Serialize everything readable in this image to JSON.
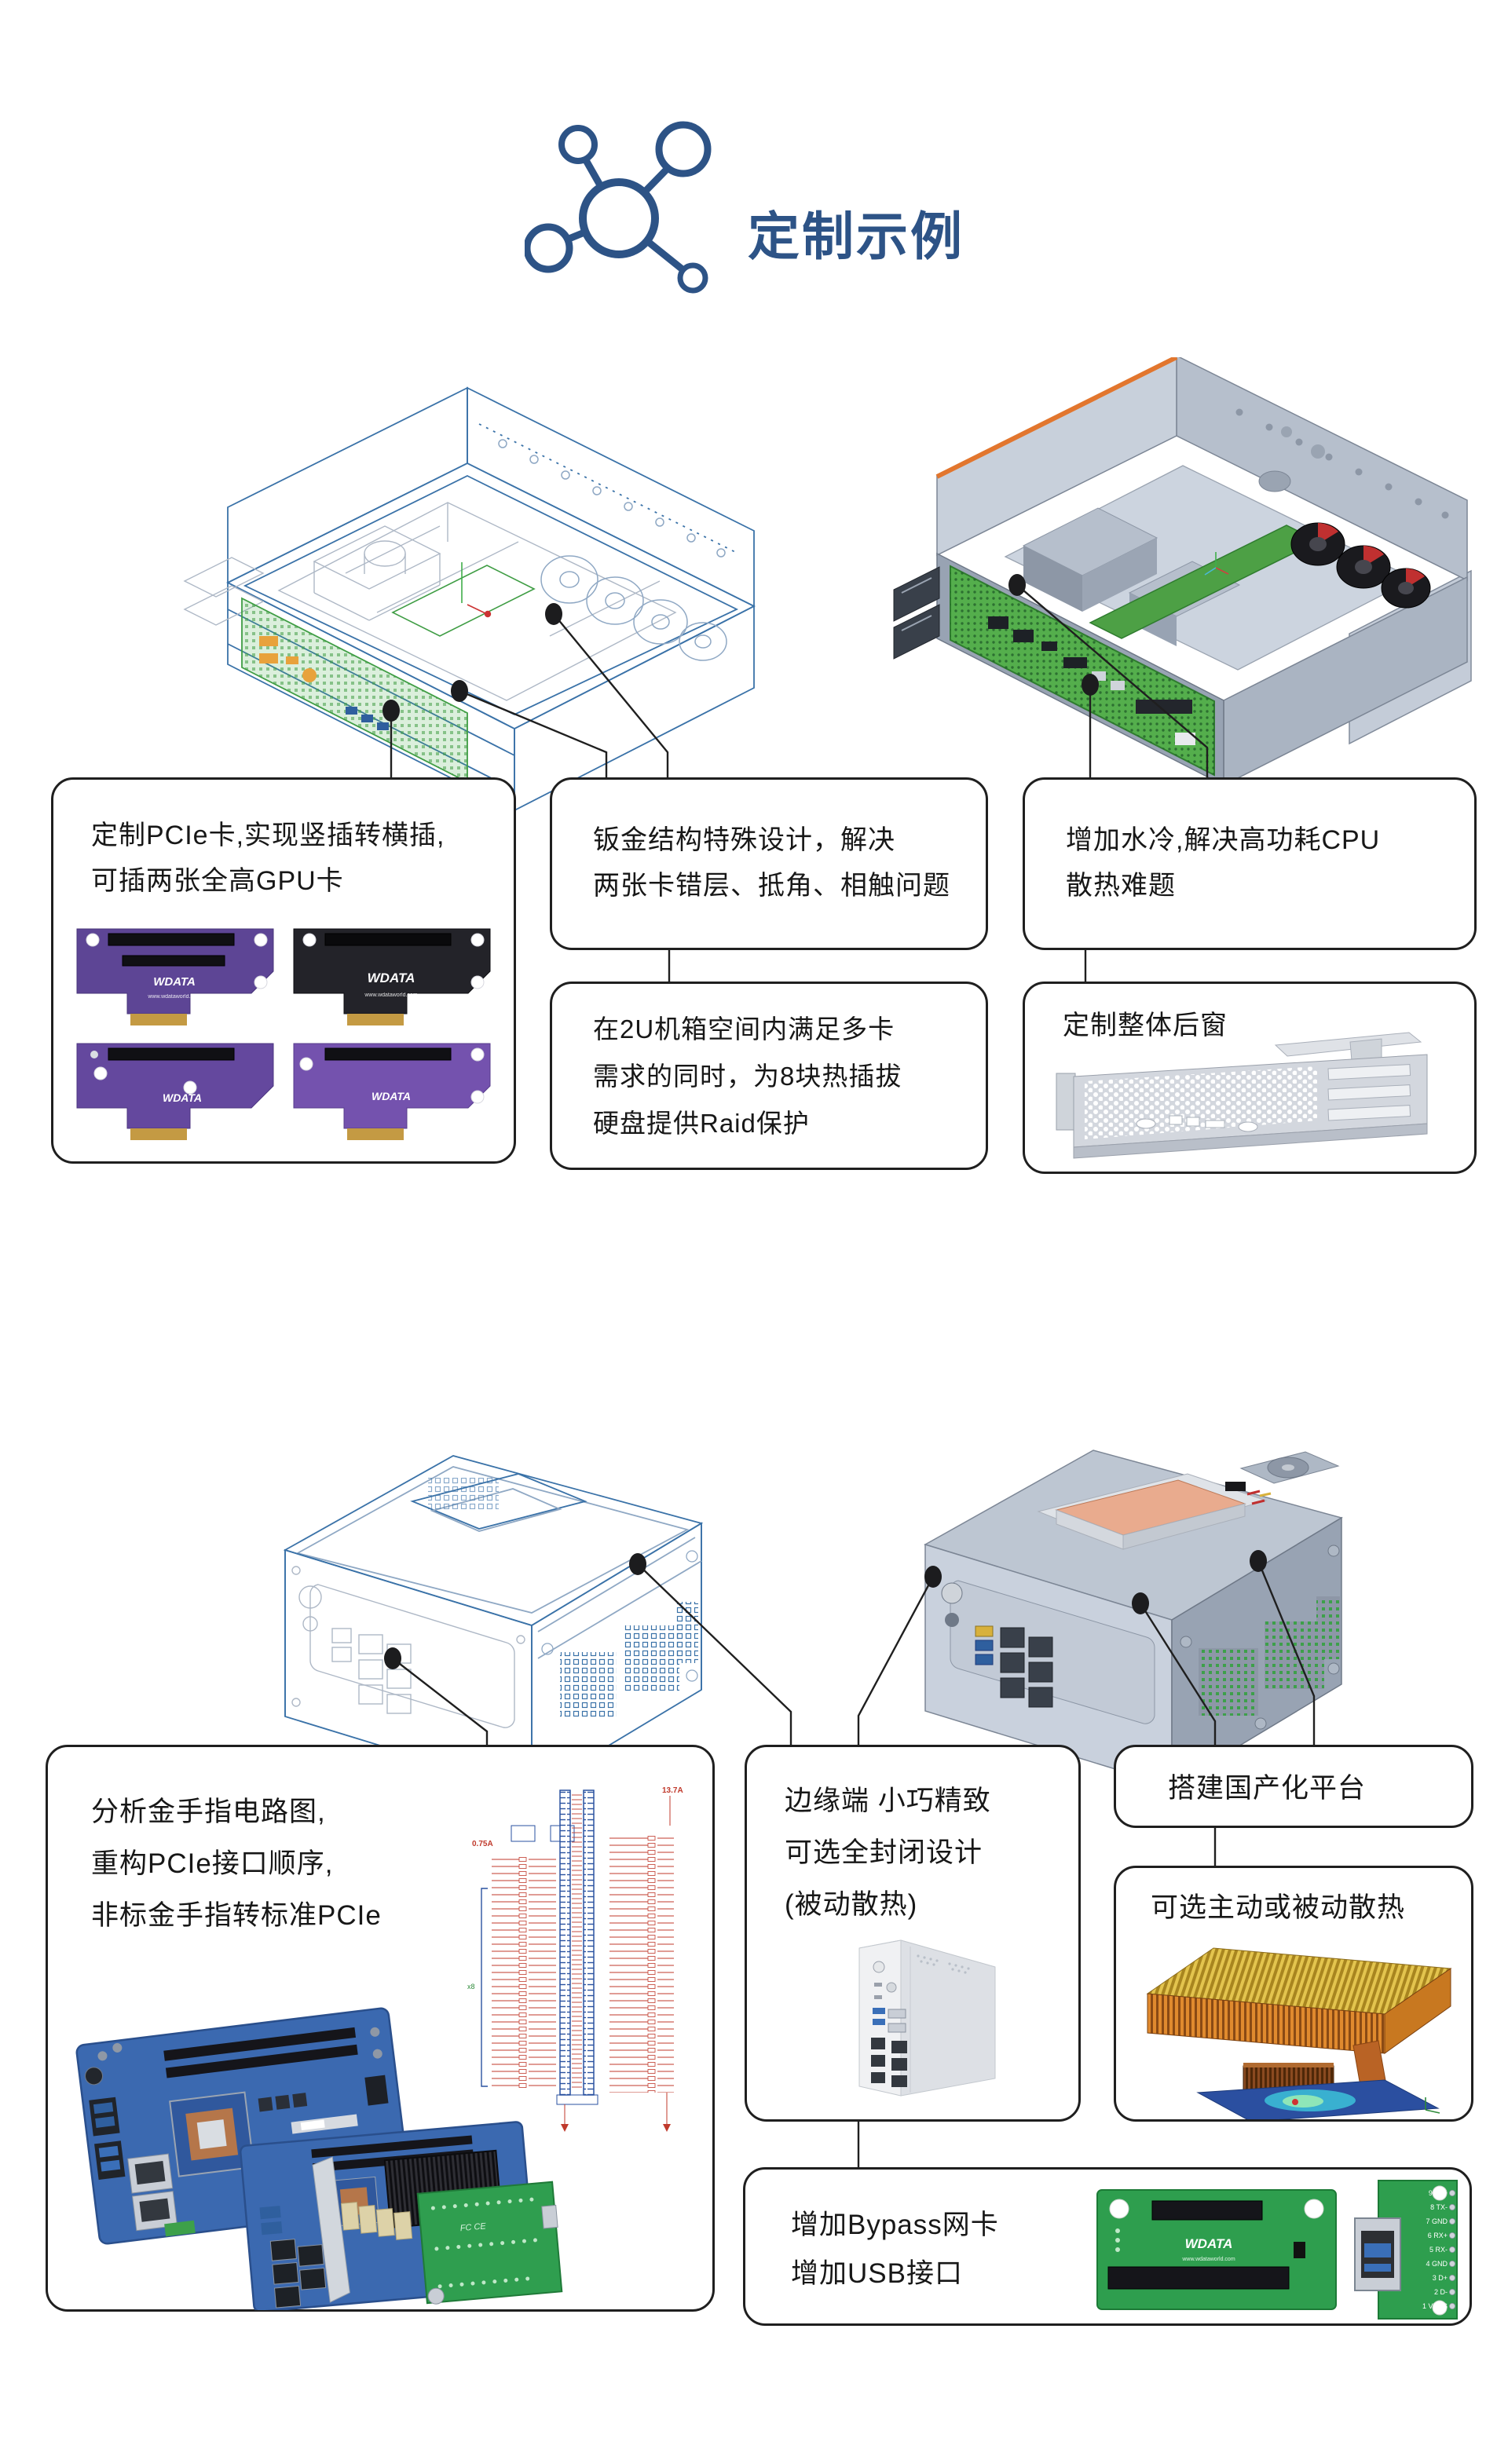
{
  "header": {
    "title": "定制示例"
  },
  "brand": {
    "name": "WDATA",
    "site": "www.wdataworld.com"
  },
  "server_section": {
    "pcie_box": {
      "line1": "定制PCIe卡,实现竖插转横插,",
      "line2": "可插两张全高GPU卡"
    },
    "sheetmetal_box": {
      "line1": "钣金结构特殊设计，解决",
      "line2": "两张卡错层、抵角、相触问题"
    },
    "watercool_box": {
      "line1": "增加水冷,解决高功耗CPU",
      "line2": "散热难题"
    },
    "raid_box": {
      "line1": "在2U机箱空间内满足多卡",
      "line2": "需求的同时，为8块热插拔",
      "line3": "硬盘提供Raid保护"
    },
    "rearwindow_box": {
      "label": "定制整体后窗"
    }
  },
  "edge_section": {
    "goldfinger_box": {
      "line1": "分析金手指电路图,",
      "line2": "重构PCIe接口顺序,",
      "line3": "非标金手指转标准PCIe"
    },
    "edge_box": {
      "line1": "边缘端 小巧精致",
      "line2": "可选全封闭设计",
      "line3": "(被动散热)"
    },
    "domestic_box": {
      "label": "搭建国产化平台"
    },
    "cooling_box": {
      "label": "可选主动或被动散热"
    },
    "bypass_box": {
      "line1": "增加Bypass网卡",
      "line2": "增加USB接口",
      "usb_pins": [
        "9 TX+",
        "8 TX-",
        "7 GND",
        "6 RX+",
        "5 RX-",
        "4 GND",
        "3 D+",
        "2 D-",
        "1 VBUS"
      ]
    }
  },
  "colors": {
    "accent_blue": "#2d5386",
    "wireframe_blue": "#3a72a8",
    "pcb_green": "#4aa84e",
    "line_black": "#1f1f1f"
  }
}
